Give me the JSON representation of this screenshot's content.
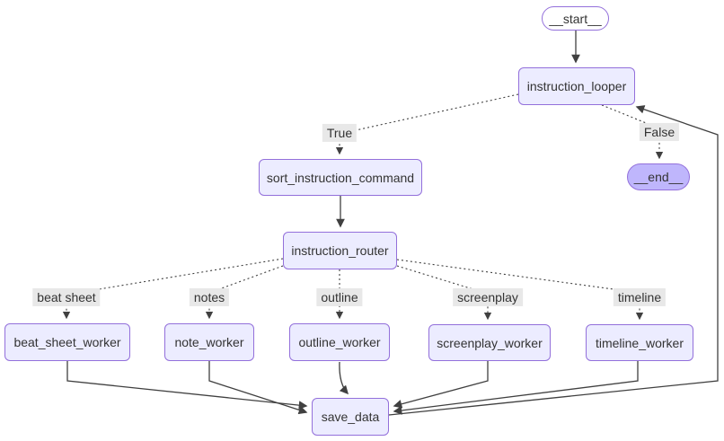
{
  "diagram_type": "flowchart",
  "nodes": {
    "start": {
      "label": "__start__"
    },
    "instruction_looper": {
      "label": "instruction_looper"
    },
    "sort_instruction_command": {
      "label": "sort_instruction_command"
    },
    "instruction_router": {
      "label": "instruction_router"
    },
    "beat_sheet_worker": {
      "label": "beat_sheet_worker"
    },
    "note_worker": {
      "label": "note_worker"
    },
    "outline_worker": {
      "label": "outline_worker"
    },
    "screenplay_worker": {
      "label": "screenplay_worker"
    },
    "timeline_worker": {
      "label": "timeline_worker"
    },
    "save_data": {
      "label": "save_data"
    },
    "end": {
      "label": "__end__"
    }
  },
  "edge_labels": {
    "true": "True",
    "false": "False",
    "beat_sheet": "beat sheet",
    "notes": "notes",
    "outline": "outline",
    "screenplay": "screenplay",
    "timeline": "timeline"
  },
  "edges": [
    {
      "from": "__start__",
      "to": "instruction_looper",
      "style": "solid",
      "label": ""
    },
    {
      "from": "instruction_looper",
      "to": "sort_instruction_command",
      "style": "dotted",
      "label": "True"
    },
    {
      "from": "instruction_looper",
      "to": "__end__",
      "style": "dotted",
      "label": "False"
    },
    {
      "from": "sort_instruction_command",
      "to": "instruction_router",
      "style": "solid",
      "label": ""
    },
    {
      "from": "instruction_router",
      "to": "beat_sheet_worker",
      "style": "dotted",
      "label": "beat sheet"
    },
    {
      "from": "instruction_router",
      "to": "note_worker",
      "style": "dotted",
      "label": "notes"
    },
    {
      "from": "instruction_router",
      "to": "outline_worker",
      "style": "dotted",
      "label": "outline"
    },
    {
      "from": "instruction_router",
      "to": "screenplay_worker",
      "style": "dotted",
      "label": "screenplay"
    },
    {
      "from": "instruction_router",
      "to": "timeline_worker",
      "style": "dotted",
      "label": "timeline"
    },
    {
      "from": "beat_sheet_worker",
      "to": "save_data",
      "style": "solid",
      "label": ""
    },
    {
      "from": "note_worker",
      "to": "save_data",
      "style": "solid",
      "label": ""
    },
    {
      "from": "outline_worker",
      "to": "save_data",
      "style": "solid",
      "label": ""
    },
    {
      "from": "screenplay_worker",
      "to": "save_data",
      "style": "solid",
      "label": ""
    },
    {
      "from": "timeline_worker",
      "to": "save_data",
      "style": "solid",
      "label": ""
    },
    {
      "from": "save_data",
      "to": "instruction_looper",
      "style": "solid",
      "label": ""
    }
  ],
  "colors": {
    "node_fill": "#ECECFF",
    "node_border": "#9370DB",
    "start_fill": "#FFFFFF",
    "end_fill": "#BFB6FC",
    "edge_label_bg": "#E8E8E8",
    "edge_stroke": "#404040",
    "text": "#333333",
    "background": "#FFFFFF"
  }
}
